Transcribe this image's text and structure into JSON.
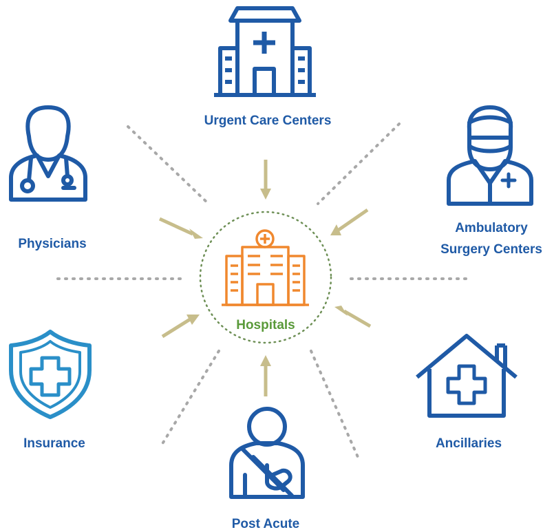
{
  "center": {
    "label": "Hospitals",
    "icon": "hospital-icon"
  },
  "nodes": {
    "urgent_care": {
      "label": "Urgent Care Centers",
      "icon": "urgent-care-building-icon"
    },
    "physicians": {
      "label": "Physicians",
      "icon": "physician-icon"
    },
    "ambulatory": {
      "label_line1": "Ambulatory",
      "label_line2": "Surgery Centers",
      "icon": "surgeon-icon"
    },
    "insurance": {
      "label": "Insurance",
      "icon": "shield-cross-icon"
    },
    "ancillaries": {
      "label": "Ancillaries",
      "icon": "house-cross-icon"
    },
    "post_acute": {
      "label": "Post Acute",
      "icon": "patient-sling-icon"
    }
  },
  "colors": {
    "node_blue": "#1f5aa6",
    "insurance_blue": "#2a8fc8",
    "hospital_orange": "#f0882e",
    "center_green": "#5a9a3a",
    "arrow_tan": "#c7bd8b",
    "dotted_gray": "#a8a8a8",
    "circle_green": "#6d8f55"
  }
}
